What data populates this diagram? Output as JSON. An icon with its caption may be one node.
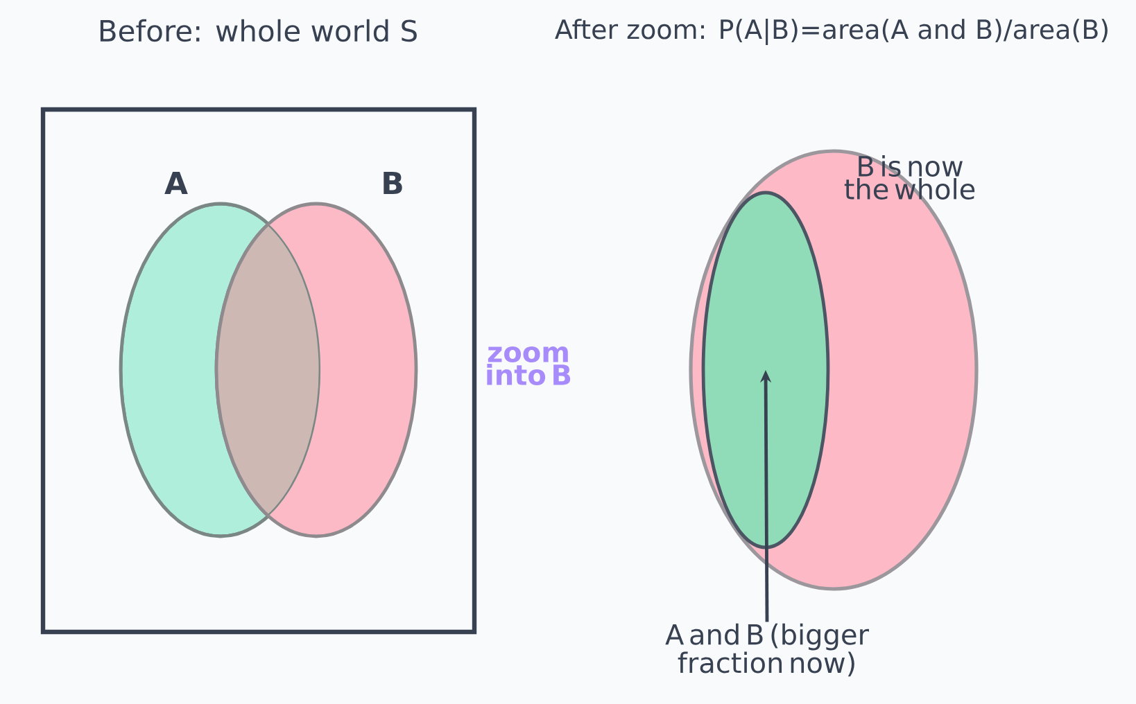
{
  "diagram": {
    "nodes": [
      {
        "text": [
          "Before: whole world S"
        ]
      },
      {
        "text": [
          "A"
        ],
        "in": 0
      },
      {
        "text": [
          "B"
        ],
        "in": 0
      },
      {
        "text": [
          "B is now the whole"
        ]
      },
      {
        "text": [],
        "shape": "ellipse",
        "in": 3
      },
      {
        "text": [
          "A and B (bigger fraction now)"
        ]
      }
    ],
    "edges": [
      {
        "from": 5,
        "to": 4,
        "arrow": "to"
      }
    ],
    "labels": [
      "After zoom: P(A|B)=area(A and B)/area(B)",
      "zoom into B"
    ]
  }
}
